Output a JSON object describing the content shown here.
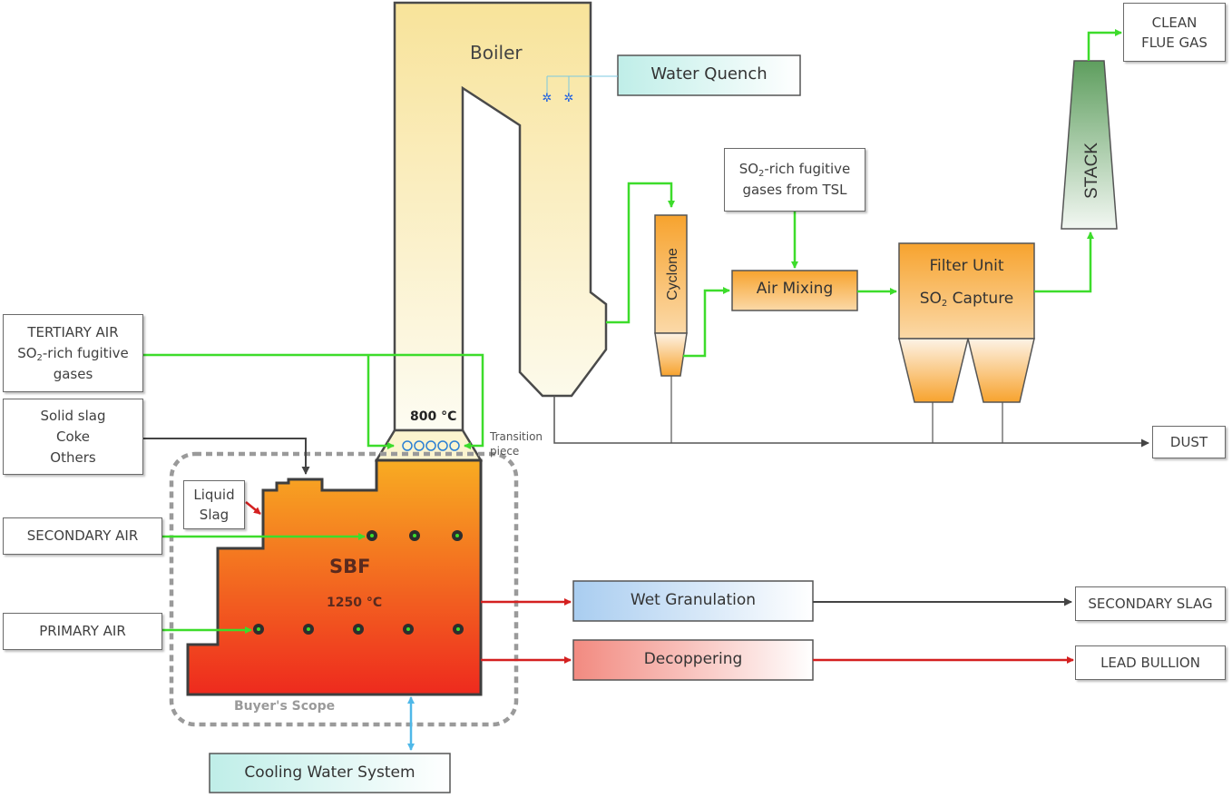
{
  "units": {
    "boiler": {
      "label": "Boiler",
      "temperature": "800 °C"
    },
    "sbf": {
      "label": "SBF",
      "temperature": "1250 °C"
    },
    "cyclone": {
      "label": "Cyclone"
    },
    "stack": {
      "label": "STACK"
    },
    "filter_unit": {
      "line1": "Filter Unit",
      "line2_prefix": "SO",
      "line2_sub": "2",
      "line2_suffix": " Capture"
    },
    "air_mixing": {
      "label": "Air Mixing"
    },
    "water_quench": {
      "label": "Water Quench"
    },
    "wet_granulation": {
      "label": "Wet Granulation"
    },
    "decoppering": {
      "label": "Decoppering"
    },
    "cooling_water": {
      "label": "Cooling Water System"
    }
  },
  "inputs": {
    "tertiary_air": {
      "line1": "TERTIARY AIR",
      "line2_prefix": "SO",
      "line2_sub": "2",
      "line2_suffix": "-rich  fugitive",
      "line3": "gases"
    },
    "solid_feed": {
      "line1": "Solid slag",
      "line2": "Coke",
      "line3": "Others"
    },
    "liquid_slag": {
      "line1": "Liquid",
      "line2": "Slag"
    },
    "secondary_air": {
      "label": "SECONDARY AIR"
    },
    "primary_air": {
      "label": "PRIMARY AIR"
    },
    "tsl_gases": {
      "line1_prefix": "SO",
      "line1_sub": "2",
      "line1_suffix": "-rich fugitive",
      "line2": "gases from TSL"
    }
  },
  "outputs": {
    "clean_flue_gas": {
      "line1": "CLEAN",
      "line2": "FLUE GAS"
    },
    "dust": {
      "label": "DUST"
    },
    "secondary_slag": {
      "label": "SECONDARY SLAG"
    },
    "lead_bullion": {
      "label": "LEAD BULLION"
    }
  },
  "annotations": {
    "transition_piece": {
      "line1": "Transition",
      "line2": "piece"
    },
    "buyers_scope": "Buyer's Scope"
  },
  "colors": {
    "gas_flow": "#3ddc2b",
    "metal_slag_flow": "#d42020",
    "cooling_water_flow": "#4fb8e8",
    "dust_flow": "#555555",
    "boiler_fill_top": "#f8e6a0",
    "boiler_fill_bottom": "#fdfbf0",
    "sbf_fill_top": "#f7a823",
    "sbf_fill_bottom": "#ee2a1e",
    "stack_fill": "#6aa76a",
    "scope_outline": "#9a9a9a"
  }
}
